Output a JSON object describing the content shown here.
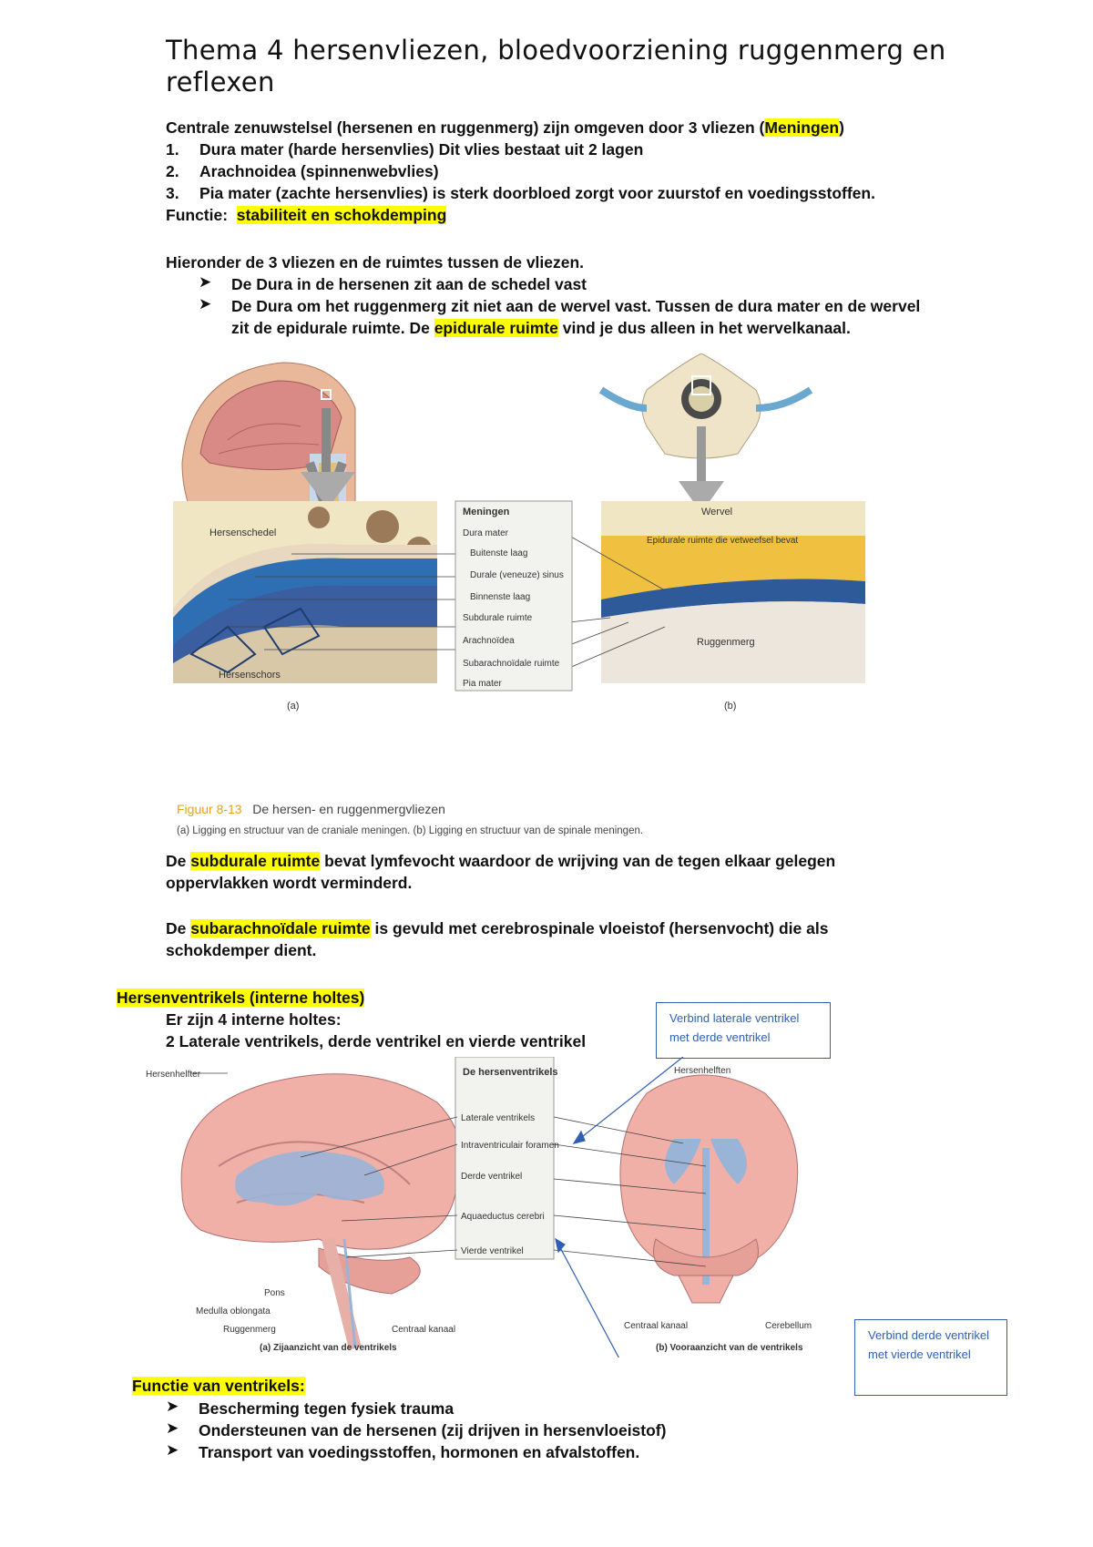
{
  "title": "Thema 4 hersenvliezen, bloedvoorziening ruggenmerg en reflexen",
  "intro": {
    "prefix": "Centrale zenuwstelsel (hersenen en ruggenmerg) zijn omgeven door 3 vliezen (",
    "highlight": "Meningen",
    "suffix": ")"
  },
  "list": [
    {
      "num": "1.",
      "text": "Dura mater (harde hersenvlies) Dit vlies bestaat uit 2 lagen"
    },
    {
      "num": "2.",
      "text": "Arachnoidea (spinnenwebvlies)"
    },
    {
      "num": "3.",
      "text": "Pia mater (zachte hersenvlies) is sterk doorbloed zorgt voor zuurstof en voedingsstoffen."
    }
  ],
  "functie": {
    "label": "Functie:",
    "highlight": "stabiliteit en schokdemping"
  },
  "hieronder": "Hieronder de 3 vliezen en de ruimtes tussen de vliezen.",
  "bullets1": [
    "De Dura in de hersenen zit aan de schedel vast",
    "De Dura om het ruggenmerg zit niet aan de wervel vast. Tussen de dura mater en de wervel"
  ],
  "bullet1_cont": {
    "prefix": "zit de epidurale ruimte. De ",
    "highlight": "epidurale ruimte",
    "suffix": " vind je dus alleen in het wervelkanaal."
  },
  "figure1": {
    "legend_title": "Meningen",
    "legend_rows": [
      "Dura mater",
      "Buitenste laag",
      "Durale (veneuze) sinus",
      "Binnenste laag",
      "Subdurale ruimte",
      "Arachnoïdea",
      "Subarachnoïdale ruimte",
      "Pia mater"
    ],
    "left_labels": {
      "skull": "Hersenschedel",
      "cortex": "Hersenschors",
      "sub": "(a)"
    },
    "right_labels": {
      "vertebra": "Wervel",
      "epidural": "Epidurale ruimte die vetweefsel bevat",
      "cord": "Ruggenmerg",
      "sub": "(b)"
    },
    "caption_label": "Figuur 8-13",
    "caption_title": "De hersen- en ruggenmergvliezen",
    "caption_text": "(a) Ligging en structuur van de craniale meningen. (b) Ligging en structuur van de spinale meningen."
  },
  "subdural": {
    "prefix": "De ",
    "highlight": "subdurale ruimte",
    "suffix": " bevat lymfevocht waardoor de wrijving van de tegen elkaar gelegen",
    "line2": "oppervlakken wordt verminderd."
  },
  "subarach": {
    "prefix": "De ",
    "highlight": "subarachnoïdale ruimte",
    "suffix": " is gevuld met cerebrospinale vloeistof (hersenvocht) die als",
    "line2": "schokdemper dient."
  },
  "ventrikels": {
    "heading": "Hersenventrikels (interne holtes)",
    "line1": "Er zijn 4 interne holtes:",
    "line2": "2 Laterale ventrikels, derde ventrikel en vierde ventrikel"
  },
  "figure2": {
    "legend_title": "De hersenventrikels",
    "legend_rows": [
      "Laterale ventrikels",
      "Intraventriculair foramen",
      "Derde ventrikel",
      "Aquaeductus cerebri",
      "Vierde ventrikel"
    ],
    "left_labels": [
      "Hersenhelfter",
      "Pons",
      "Medulla oblongata",
      "Ruggenmerg",
      "Centraal kanaal"
    ],
    "right_labels": [
      "Hersenhelften",
      "Centraal kanaal",
      "Cerebellum"
    ],
    "sub_a": "(a) Zijaanzicht van de ventrikels",
    "sub_b": "(b) Vooraanzicht van de ventrikels"
  },
  "callouts": {
    "one": "Verbind laterale ventrikel met derde ventrikel",
    "two": "Verbind derde ventrikel met vierde ventrikel"
  },
  "functie_ventrikels": {
    "heading": "Functie van ventrikels:",
    "items": [
      "Bescherming tegen fysiek trauma",
      "Ondersteunen van de hersenen (zij drijven in hersenvloeistof)",
      "Transport van voedingsstoffen, hormonen en afvalstoffen."
    ]
  },
  "colors": {
    "highlight": "#ffff00",
    "callout": "#2f5fb3",
    "caption_accent": "#e8a317"
  }
}
